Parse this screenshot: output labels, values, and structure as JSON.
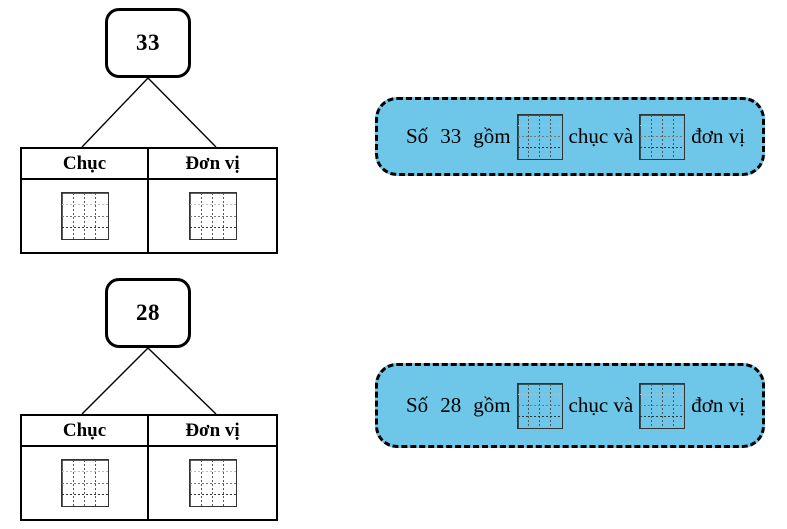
{
  "page": {
    "title": "Place value worksheet",
    "language": "vi",
    "background_color": "#ffffff"
  },
  "colors": {
    "callout_fill": "#6EC6E8",
    "callout_border": "#000000",
    "line": "#000000",
    "grid_border": "#333333"
  },
  "labels": {
    "tens": "Chục",
    "units": "Đơn vị",
    "sentence_prefix": "Số",
    "sentence_middle": "gồm",
    "sentence_tens": "chục và",
    "sentence_units": "đơn vị"
  },
  "exercises": [
    {
      "number": "33",
      "table": {
        "headers": [
          "Chục",
          "Đơn vị"
        ],
        "cells": [
          "",
          ""
        ]
      },
      "callout": {
        "prefix": "Số",
        "number": "33",
        "verb": "gồm",
        "tens_label": "chục và",
        "units_label": "đơn vị",
        "tens_answer": "",
        "units_answer": ""
      }
    },
    {
      "number": "28",
      "table": {
        "headers": [
          "Chục",
          "Đơn vị"
        ],
        "cells": [
          "",
          ""
        ]
      },
      "callout": {
        "prefix": "Số",
        "number": "28",
        "verb": "gồm",
        "tens_label": "chục và",
        "units_label": "đơn vị",
        "tens_answer": "",
        "units_answer": ""
      }
    }
  ]
}
